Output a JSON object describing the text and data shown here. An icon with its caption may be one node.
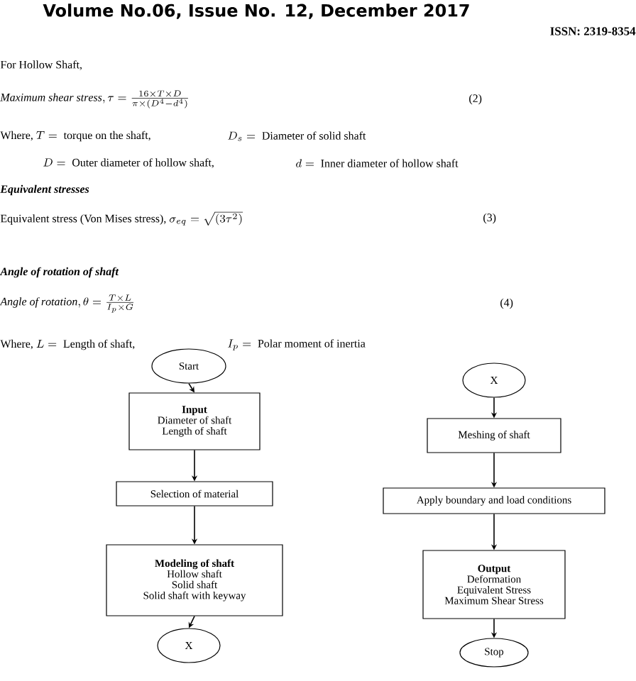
{
  "diagram": {
    "nodes": [
      {
        "text": [
          "Start"
        ]
      },
      {
        "text": [
          "Input",
          "Diameter of shaft",
          "Length of shaft"
        ]
      },
      {
        "text": [
          "Selection of material"
        ]
      },
      {
        "text": [
          "Modeling of shaft",
          "Hollow shaft",
          "Solid shaft",
          "Solid shaft with keyway"
        ]
      },
      {
        "text": [
          "X"
        ]
      },
      {
        "text": [
          "X"
        ]
      },
      {
        "text": [
          "Meshing of shaft"
        ]
      },
      {
        "text": [
          "Apply boundary and load conditions"
        ]
      },
      {
        "text": [
          "Output",
          "Deformation",
          "Equivalent Stress",
          "Maximum Shear Stress"
        ]
      },
      {
        "text": [
          "Stop"
        ]
      }
    ],
    "edges": [
      {
        "from": 0,
        "to": 1,
        "arrow": "to"
      },
      {
        "from": 1,
        "to": 2,
        "arrow": "to"
      },
      {
        "from": 2,
        "to": 3,
        "arrow": "to"
      },
      {
        "from": 3,
        "to": 4,
        "arrow": "to"
      },
      {
        "from": 5,
        "to": 6,
        "arrow": "to"
      },
      {
        "from": 6,
        "to": 7,
        "arrow": "to"
      },
      {
        "from": 7,
        "to": 8,
        "arrow": "to"
      },
      {
        "from": 8,
        "to": 9,
        "arrow": "to"
      }
    ],
    "labels": [
      "Volume No.06, Issue No. 12, December 2017",
      "ISSN: 2319-8354",
      "For Hollow Shaft,",
      "\\mathit{Maximum\\ shear\\ stress}, \\tau = \\frac{16 \\times T \\times D}{\\pi \\times (D^4 - d^4)}",
      "(2)",
      "\\text{Where, } T = \\text{ torque on the shaft,}",
      "D_s = \\text{ Diameter of solid shaft}",
      "D = \\text{ Outer diameter of hollow shaft,}",
      "d = \\text{ Inner diameter of hollow shaft}",
      "Equivalent stresses",
      "\\text{Equivalent stress (Von Mises stress), } \\sigma_{eq} = \\sqrt{(3\\tau^2)}",
      "(3)",
      "Angle of rotation of shaft",
      "\\mathit{Angle\\ of\\ rotation}, \\theta = \\frac{T \\times L}{I_p \\times G}",
      "(4)",
      "\\text{Where, } L = \\text{ Length of shaft,}",
      "I_p = \\text{ Polar moment of inertia}"
    ]
  }
}
